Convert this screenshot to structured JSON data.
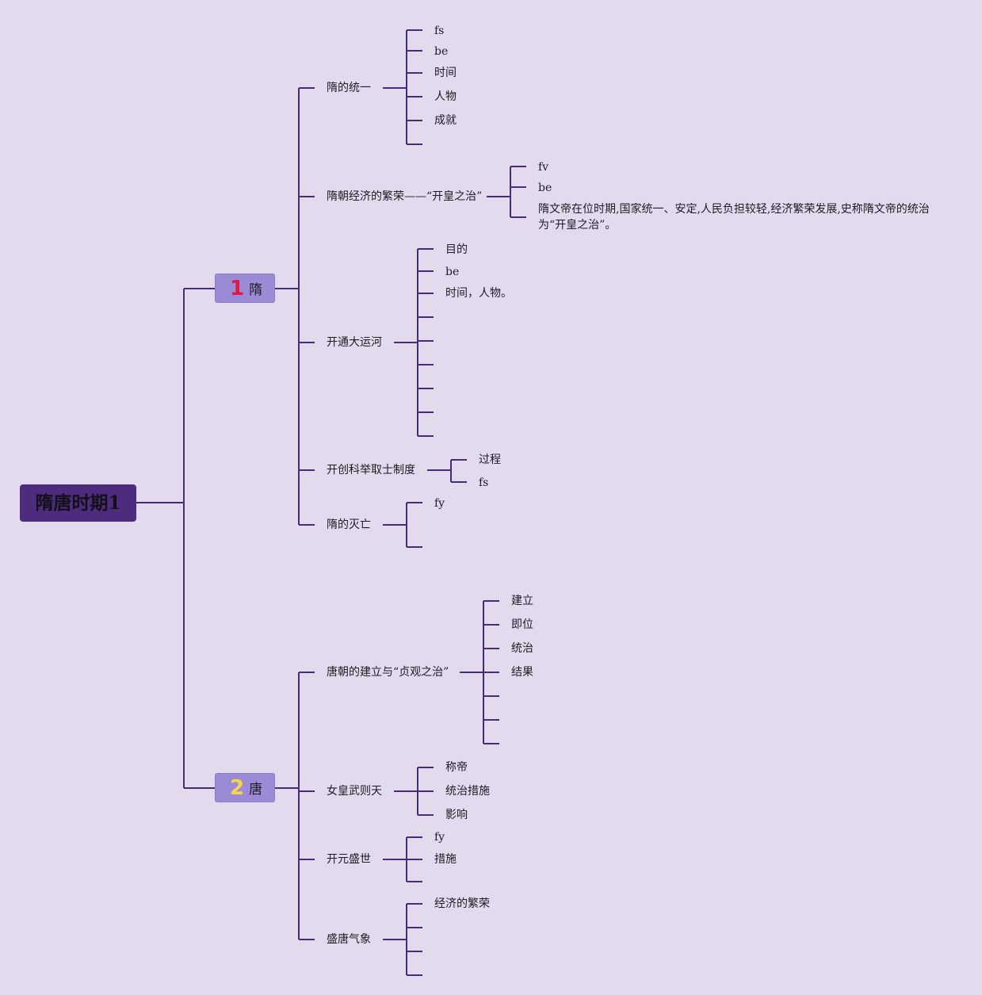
{
  "root": {
    "label": "隋唐时期1"
  },
  "categories": [
    {
      "badge": "1",
      "label": "隋",
      "topics": [
        {
          "label": "隋的统一",
          "items": [
            "fs",
            "be",
            "时间",
            "人物",
            "成就",
            ""
          ]
        },
        {
          "label": "隋朝经济的繁荣——“开皇之治”",
          "items": [
            "fv",
            "be",
            "隋文帝在位时期,国家统一、安定,人民负担较轻,经济繁荣发展,史称隋文帝的统治为“开皇之治”。"
          ]
        },
        {
          "label": "开通大运河",
          "items": [
            "目的",
            "be",
            "时间，人物。",
            "",
            "",
            "",
            "",
            "",
            ""
          ]
        },
        {
          "label": "开创科举取士制度",
          "items": [
            "过程",
            "fs"
          ]
        },
        {
          "label": "隋的灭亡",
          "items": [
            "fy",
            ""
          ]
        }
      ]
    },
    {
      "badge": "2",
      "label": "唐",
      "topics": [
        {
          "label": "唐朝的建立与“贞观之治”",
          "items": [
            "建立",
            "即位",
            "统治",
            "结果",
            "",
            "",
            ""
          ]
        },
        {
          "label": "女皇武则天",
          "items": [
            "称帝",
            "统治措施",
            "影响"
          ]
        },
        {
          "label": "开元盛世",
          "items": [
            "fy",
            "措施",
            ""
          ]
        },
        {
          "label": "盛唐气象",
          "items": [
            "经济的繁荣",
            "",
            "",
            ""
          ]
        }
      ]
    }
  ],
  "colors": {
    "line": "#4a2a7a",
    "background": "#e3daee",
    "root": "#4d2c7d",
    "category": "#9b8ad6"
  }
}
